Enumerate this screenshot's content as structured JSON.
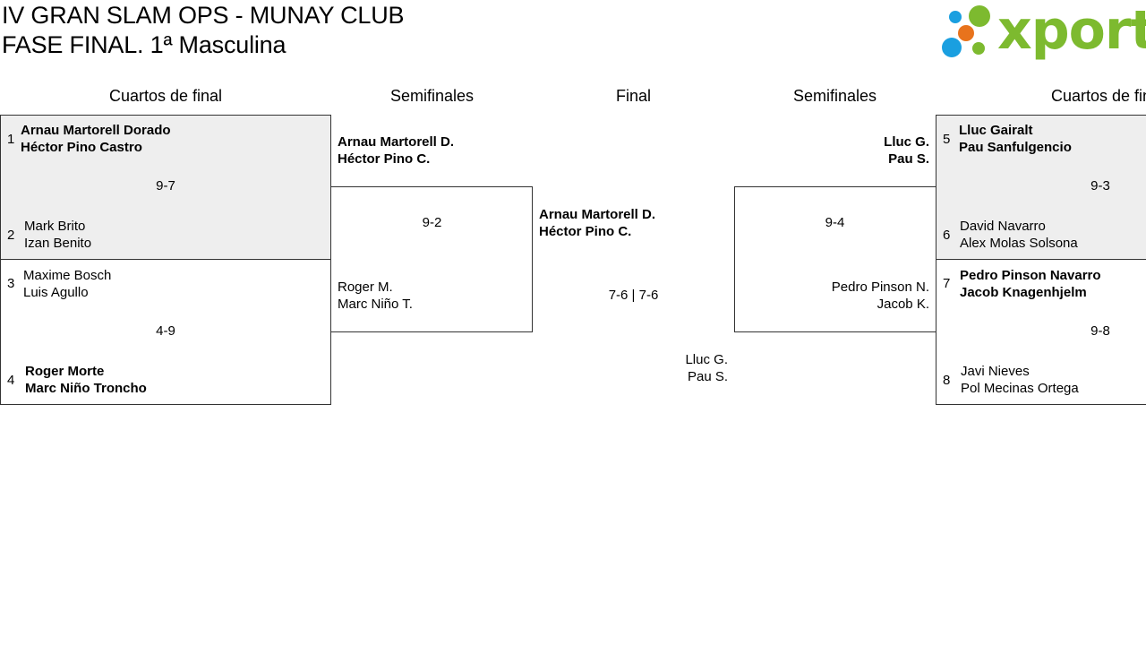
{
  "header": {
    "title_line1": "IV GRAN SLAM OPS - MUNAY CLUB",
    "title_line2": "FASE FINAL. 1ª Masculina"
  },
  "logo": {
    "text": "xporty",
    "colors": {
      "green": "#7dba2f",
      "blue": "#1a9fe0",
      "orange": "#e8731c"
    }
  },
  "rounds": {
    "qf_left": "Cuartos de final",
    "sf_left": "Semifinales",
    "final": "Final",
    "sf_right": "Semifinales",
    "qf_right": "Cuartos de fin"
  },
  "qf_left": [
    {
      "top": {
        "seed": "1",
        "p1": "Arnau Martorell Dorado",
        "p2": "Héctor Pino Castro",
        "winner": true
      },
      "bottom": {
        "seed": "2",
        "p1": "Mark Brito",
        "p2": "Izan Benito",
        "winner": false
      },
      "score": "9-7"
    },
    {
      "top": {
        "seed": "3",
        "p1": "Maxime Bosch",
        "p2": "Luis Agullo",
        "winner": false
      },
      "bottom": {
        "seed": "4",
        "p1": "Roger Morte",
        "p2": "Marc Niño Troncho",
        "winner": true
      },
      "score": "4-9"
    }
  ],
  "qf_right": [
    {
      "top": {
        "seed": "5",
        "p1": "Lluc Gairalt",
        "p2": "Pau Sanfulgencio",
        "winner": true
      },
      "bottom": {
        "seed": "6",
        "p1": "David Navarro",
        "p2": "Alex Molas Solsona",
        "winner": false
      },
      "score": "9-3"
    },
    {
      "top": {
        "seed": "7",
        "p1": "Pedro Pinson Navarro",
        "p2": "Jacob Knagenhjelm",
        "winner": true
      },
      "bottom": {
        "seed": "8",
        "p1": "Javi Nieves",
        "p2": "Pol Mecinas Ortega",
        "winner": false
      },
      "score": "9-8"
    }
  ],
  "sf_left": {
    "top": {
      "p1": "Arnau Martorell D.",
      "p2": "Héctor Pino C."
    },
    "bottom": {
      "p1": "Roger M.",
      "p2": "Marc Niño T."
    },
    "score": "9-2"
  },
  "sf_right": {
    "top": {
      "p1": "Lluc G.",
      "p2": "Pau S."
    },
    "bottom": {
      "p1": "Pedro Pinson N.",
      "p2": "Jacob K."
    },
    "score": "9-4"
  },
  "final": {
    "top": {
      "p1": "Arnau Martorell D.",
      "p2": "Héctor Pino C."
    },
    "bottom": {
      "p1": "Lluc G.",
      "p2": "Pau S."
    },
    "score": "7-6 | 7-6"
  }
}
